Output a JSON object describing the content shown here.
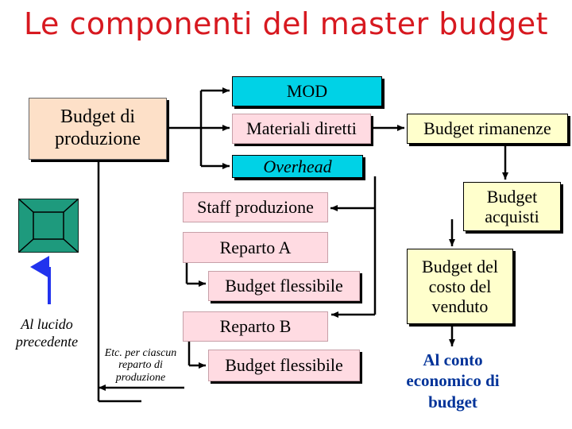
{
  "title": "Le componenti del master budget",
  "nodes": {
    "budget_produzione": "Budget di produzione",
    "mod": "MOD",
    "materiali_diretti": "Materiali diretti",
    "overhead": "Overhead",
    "budget_rimanenze": "Budget rimanenze",
    "staff_produzione": "Staff produzione",
    "budget_acquisti": "Budget acquisti",
    "reparto_a": "Reparto A",
    "budget_flessibile_a": "Budget flessibile",
    "budget_costo_venduto": "Budget del costo del venduto",
    "reparto_b": "Reparto B",
    "budget_flessibile_b": "Budget flessibile"
  },
  "labels": {
    "al_lucido_precedente": "Al lucido precedente",
    "etc_reparto": "Etc. per ciascun reparto di produzione",
    "al_conto_economico": "Al conto economico di budget"
  },
  "colors": {
    "title": "#d71920",
    "mod_box": "#00d2e6",
    "overhead_box": "#00d2e6",
    "pink_box": "#ffdbe2",
    "yellow_box": "#ffffcc",
    "beige_box": "#fde0c8",
    "nav_icon": "#1e9a7d",
    "back_arrow": "#2233ee",
    "conto_text": "#003399"
  },
  "icons": {
    "nav_back": "nav-frame-icon"
  }
}
